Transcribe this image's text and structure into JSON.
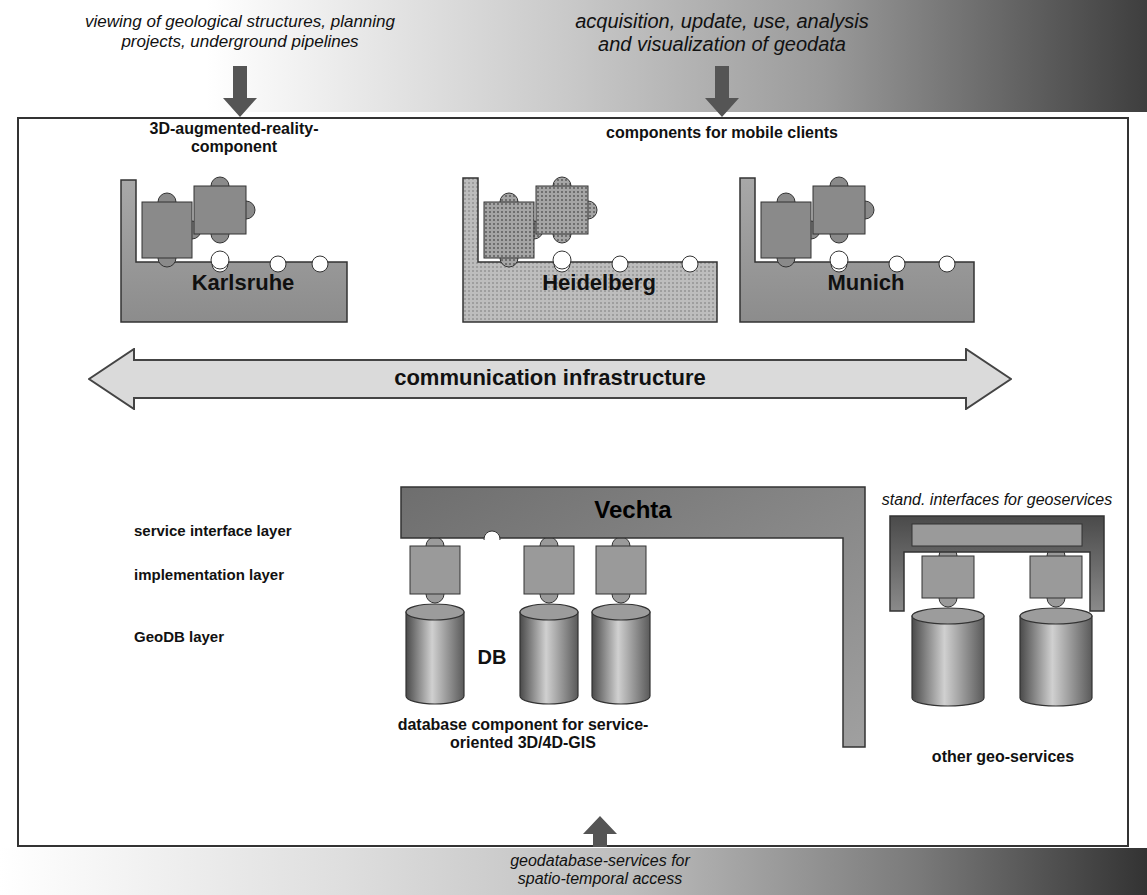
{
  "diagram": {
    "nodes": [
      {
        "text": [
          "viewing of geological structures, planning projects, underground pipelines",
          "acquisition, update, use, analysis and visualization of geodata"
        ]
      },
      {
        "text": [
          "3D-augmented-reality-component",
          "Karlsruhe"
        ]
      },
      {
        "text": [
          "Heidelberg"
        ]
      },
      {
        "text": [
          "Munich"
        ]
      },
      {
        "text": [
          "communication infrastructure"
        ]
      },
      {
        "text": [
          "Vechta"
        ]
      },
      {
        "text": [
          "stand. interfaces for geoservices"
        ]
      },
      {
        "text": [
          "geodatabase-services for spatio-temporal access"
        ]
      }
    ],
    "labels": [
      "components for mobile clients",
      "service interface layer",
      "implementation layer",
      "GeoDB layer",
      "DB",
      "database component for service-oriented 3D/4D-GIS",
      "other geo-services"
    ]
  }
}
